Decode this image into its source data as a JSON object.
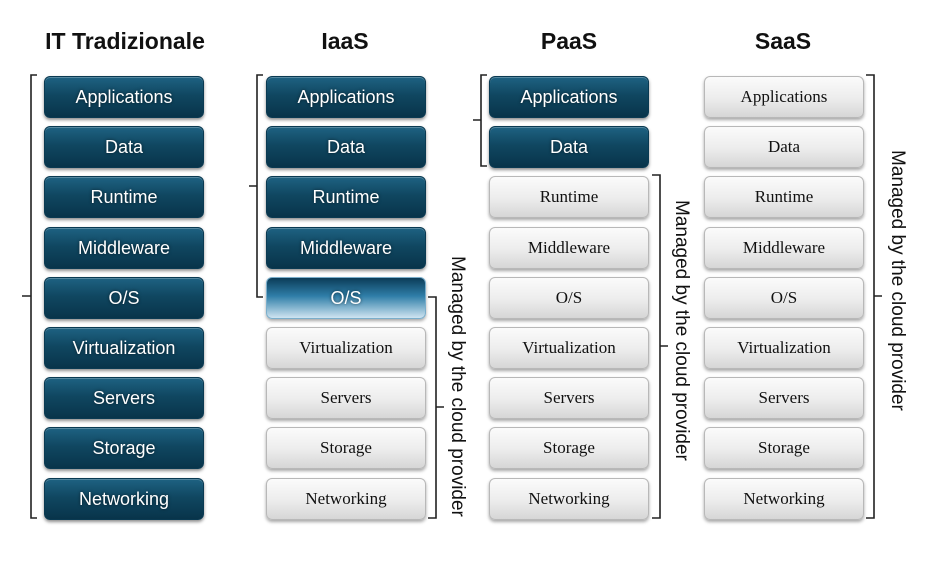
{
  "columns": [
    {
      "title": "IT Tradizionale",
      "layers": [
        "Applications",
        "Data",
        "Runtime",
        "Middleware",
        "O/S",
        "Virtualization",
        "Servers",
        "Storage",
        "Networking"
      ],
      "styles": [
        "dark",
        "dark",
        "dark",
        "dark",
        "dark",
        "dark",
        "dark",
        "dark",
        "dark"
      ]
    },
    {
      "title": "IaaS",
      "layers": [
        "Applications",
        "Data",
        "Runtime",
        "Middleware",
        "O/S",
        "Virtualization",
        "Servers",
        "Storage",
        "Networking"
      ],
      "styles": [
        "dark",
        "dark",
        "dark",
        "dark",
        "transition",
        "light",
        "light",
        "light",
        "light"
      ],
      "provider_label": "Managed by the cloud provider"
    },
    {
      "title": "PaaS",
      "layers": [
        "Applications",
        "Data",
        "Runtime",
        "Middleware",
        "O/S",
        "Virtualization",
        "Servers",
        "Storage",
        "Networking"
      ],
      "styles": [
        "dark",
        "dark",
        "light",
        "light",
        "light",
        "light",
        "light",
        "light",
        "light"
      ],
      "provider_label": "Managed by the cloud provider"
    },
    {
      "title": "SaaS",
      "layers": [
        "Applications",
        "Data",
        "Runtime",
        "Middleware",
        "O/S",
        "Virtualization",
        "Servers",
        "Storage",
        "Networking"
      ],
      "styles": [
        "light",
        "light",
        "light",
        "light",
        "light",
        "light",
        "light",
        "light",
        "light"
      ],
      "provider_label": "Managed by the cloud provider"
    }
  ],
  "colors": {
    "customer_managed": "#104761",
    "provider_managed": "#e6e6e6",
    "bracket": "#222222"
  }
}
